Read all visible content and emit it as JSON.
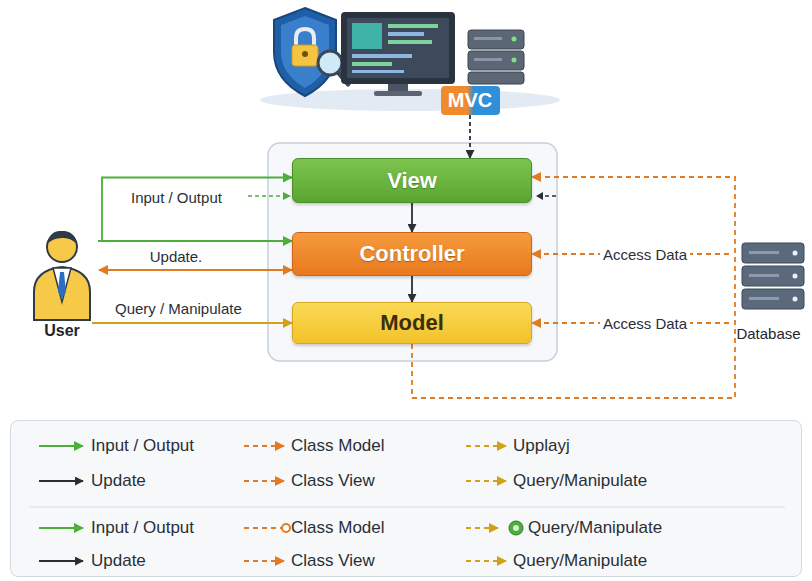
{
  "diagram": {
    "nodes": [
      {
        "text": [
          "MVC"
        ]
      },
      {
        "text": [
          "View"
        ]
      },
      {
        "text": [
          "Controller"
        ]
      },
      {
        "text": [
          "Model"
        ]
      },
      {
        "text": [
          "User"
        ]
      },
      {
        "text": [
          "Database"
        ]
      }
    ],
    "edges": [
      {
        "from": 0,
        "to": 1,
        "arrow": "to"
      },
      {
        "from": 1,
        "to": 2,
        "arrow": "to"
      },
      {
        "from": 2,
        "to": 3,
        "arrow": "to"
      },
      {
        "from": 4,
        "to": 1,
        "label": "Input / Output",
        "arrow": "to"
      },
      {
        "from": 4,
        "to": 2,
        "arrow": "to"
      },
      {
        "from": 4,
        "to": 2,
        "label": "Update.",
        "arrow": "both"
      },
      {
        "from": 4,
        "to": 3,
        "label": "Query / Manipulate",
        "arrow": "to"
      },
      {
        "from": 3,
        "to": 1,
        "arrow": "to"
      },
      {
        "from": 5,
        "to": 2,
        "label": "Access Data",
        "arrow": "to"
      },
      {
        "from": 5,
        "to": 3,
        "label": "Access Data",
        "arrow": "to"
      }
    ],
    "legend": [
      {
        "text": "Input / Output"
      },
      {
        "text": "Class Model"
      },
      {
        "text": "Upplayj"
      },
      {
        "text": "Update"
      },
      {
        "text": "Class View"
      },
      {
        "text": "Query/Manipulate"
      },
      {
        "text": "Input / Output"
      },
      {
        "text": "Class Model"
      },
      {
        "text": "Query/Manipulate"
      },
      {
        "text": "Update"
      },
      {
        "text": "Class View"
      },
      {
        "text": "Query/Manipulate"
      }
    ]
  }
}
